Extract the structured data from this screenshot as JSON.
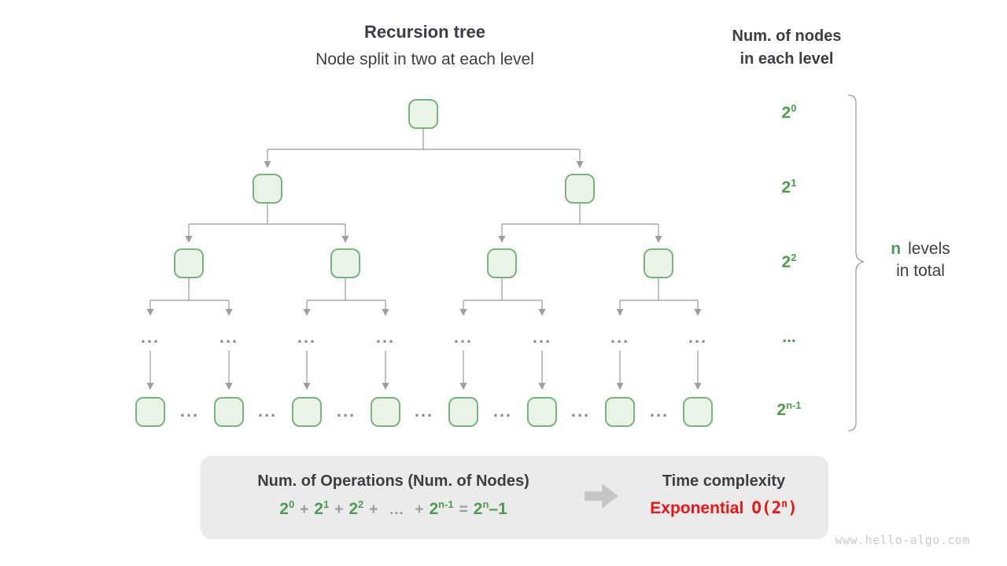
{
  "header": {
    "title": "Recursion tree",
    "subtitle": "Node split in two at each level",
    "right_title_line1": "Num. of nodes",
    "right_title_line2": "in each level"
  },
  "tree": {
    "ellipsis": "...",
    "levels_note": {
      "n": "n",
      "line1_rest": "levels",
      "line2": "in total"
    }
  },
  "level_labels": [
    {
      "base": "2",
      "sup": "0"
    },
    {
      "base": "2",
      "sup": "1"
    },
    {
      "base": "2",
      "sup": "2"
    },
    {
      "text": "..."
    },
    {
      "base": "2",
      "sup": "n-1"
    }
  ],
  "summary_box": {
    "operations_title": "Num. of Operations (Num. of Nodes)",
    "formula": {
      "tokens": [
        {
          "base": "2",
          "sup": "0"
        },
        {
          "op": "+"
        },
        {
          "base": "2",
          "sup": "1"
        },
        {
          "op": "+"
        },
        {
          "base": "2",
          "sup": "2"
        },
        {
          "op": "+"
        },
        {
          "op": "…"
        },
        {
          "op": "+"
        },
        {
          "base": "2",
          "sup": "n-1"
        },
        {
          "op": "="
        },
        {
          "base": "2",
          "sup": "n",
          "tail": "–1"
        }
      ]
    },
    "time_title": "Time complexity",
    "complexity_word": "Exponential",
    "complexity_big_o": {
      "prefix": "O(2",
      "sup": "n",
      "suffix": ")"
    }
  },
  "watermark": "www.hello-algo.com",
  "colors": {
    "green": "#4e9b52",
    "node_border": "#7ab47d",
    "node_fill": "#e9f3e7",
    "line_gray": "#a9a9a9",
    "arrowhead_gray": "#9e9e9e",
    "text_dark": "#3b3e42",
    "red": "#ed1515",
    "box_bg": "#ebebeb",
    "block_arrow_gray": "#c6c6c6",
    "watermark_gray": "#cbcbcb"
  }
}
